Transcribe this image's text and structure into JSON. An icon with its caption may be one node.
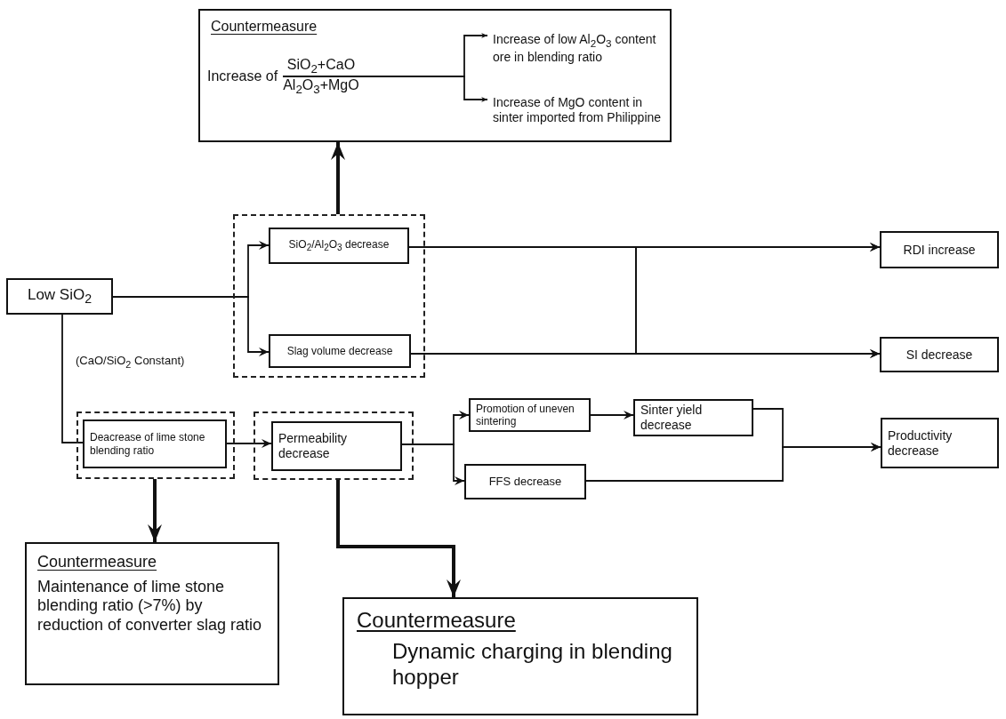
{
  "diagram": {
    "nodes": [
      {
        "text": [
          "Countermeasure"
        ]
      },
      {
        "text": [
          "Increase of",
          "SiO$_{2}$+CaO",
          "Al$_{2}$O$_{3}$+MgO"
        ],
        "in": 0
      },
      {
        "text": [
          "Increase of low Al$_{2}$O$_{3}$ content ore in blending ratio"
        ],
        "in": 0
      },
      {
        "text": [
          "Increase of MgO content in sinter imported from Philippine"
        ],
        "in": 0
      },
      {
        "text": [],
        "shape": "box"
      },
      {
        "text": [
          "SiO$_{2}$/Al$_{2}$O$_{3}$ decrease"
        ],
        "in": 4
      },
      {
        "text": [
          "Slag volume decrease"
        ],
        "in": 4
      },
      {
        "text": [
          "Low SiO$_{2}$"
        ]
      },
      {
        "text": [
          "RDI increase"
        ]
      },
      {
        "text": [
          "SI decrease"
        ]
      },
      {
        "text": [],
        "shape": "box"
      },
      {
        "text": [
          "Deacrease of lime stone blending ratio"
        ],
        "in": 10
      },
      {
        "text": [],
        "shape": "box"
      },
      {
        "text": [
          "Permeability decrease"
        ],
        "in": 12
      },
      {
        "text": [
          "Promotion of uneven sintering"
        ]
      },
      {
        "text": [
          "Sinter yield decrease"
        ]
      },
      {
        "text": [
          "FFS decrease"
        ]
      },
      {
        "text": [
          "Productivity decrease"
        ]
      },
      {
        "text": [
          "Countermeasure",
          "Maintenance of lime stone blending ratio (>7%) by reduction of converter slag ratio"
        ]
      },
      {
        "text": [
          "Countermeasure",
          "Dynamic charging in blending hopper"
        ]
      }
    ],
    "edges": [
      {
        "from": 4,
        "to": 0,
        "arrow": "to",
        "style": "thick"
      },
      {
        "from": 1,
        "to": 2,
        "arrow": "to"
      },
      {
        "from": 1,
        "to": 3,
        "arrow": "to"
      },
      {
        "from": 7,
        "to": 5,
        "arrow": "to"
      },
      {
        "from": 7,
        "to": 6,
        "arrow": "to"
      },
      {
        "from": 5,
        "to": 8,
        "arrow": "to"
      },
      {
        "from": 5,
        "to": 9,
        "arrow": "to"
      },
      {
        "from": 6,
        "to": 8,
        "arrow": "to"
      },
      {
        "from": 6,
        "to": 9,
        "arrow": "to"
      },
      {
        "from": 7,
        "to": 11,
        "arrow": "none"
      },
      {
        "from": 11,
        "to": 13,
        "arrow": "to"
      },
      {
        "from": 13,
        "to": 14,
        "arrow": "to"
      },
      {
        "from": 13,
        "to": 16,
        "arrow": "to"
      },
      {
        "from": 14,
        "to": 15,
        "arrow": "to"
      },
      {
        "from": 15,
        "to": 17,
        "arrow": "to"
      },
      {
        "from": 16,
        "to": 17,
        "arrow": "to"
      },
      {
        "from": 10,
        "to": 18,
        "arrow": "to",
        "style": "thick"
      },
      {
        "from": 12,
        "to": 19,
        "arrow": "to",
        "style": "thick"
      }
    ],
    "labels": [
      "(CaO/SiO$_{2}$ Constant)"
    ]
  }
}
